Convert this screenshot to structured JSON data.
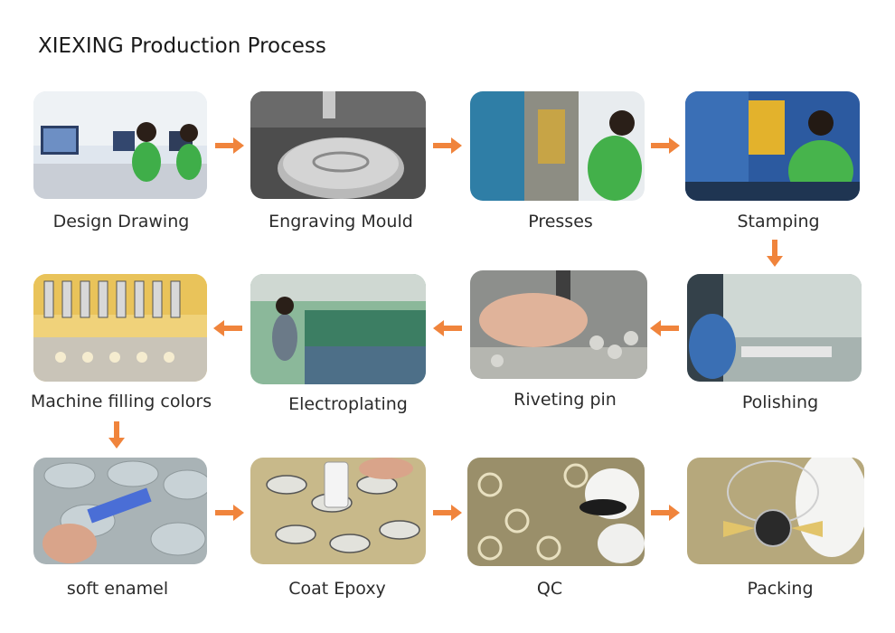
{
  "title": "XIEXING Production Process",
  "accent_color": "#f0843c",
  "steps": [
    {
      "label": "Design Drawing"
    },
    {
      "label": "Engraving Mould"
    },
    {
      "label": "Presses"
    },
    {
      "label": "Stamping"
    },
    {
      "label": "Polishing"
    },
    {
      "label": "Riveting pin"
    },
    {
      "label": "Electroplating"
    },
    {
      "label": "Machine filling colors"
    },
    {
      "label": "soft enamel"
    },
    {
      "label": "Coat Epoxy"
    },
    {
      "label": "QC"
    },
    {
      "label": "Packing"
    }
  ],
  "arrows": [
    "arrow-right",
    "arrow-right",
    "arrow-right",
    "arrow-down",
    "arrow-left",
    "arrow-left",
    "arrow-left",
    "arrow-down",
    "arrow-right",
    "arrow-right",
    "arrow-right"
  ]
}
